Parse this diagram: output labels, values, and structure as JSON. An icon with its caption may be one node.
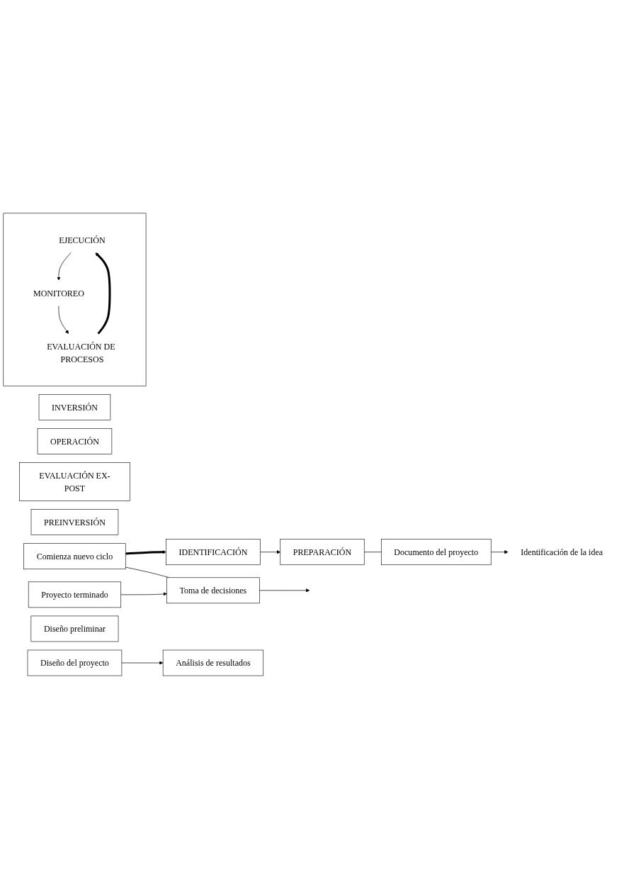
{
  "diagram": {
    "nodes": [
      {
        "text": [
          "INVERSIÓN"
        ]
      },
      {
        "text": [],
        "shape": "box"
      },
      {
        "text": [
          "EJECUCIÓN"
        ],
        "in": 1
      },
      {
        "text": [
          "MONITOREO"
        ],
        "in": 1
      },
      {
        "text": [
          "EVALUACIÓN DE PROCESOS"
        ],
        "in": 1
      },
      {
        "text": [
          "OPERACIÓN"
        ]
      },
      {
        "text": [
          "EVALUACIÓN EX-POST"
        ]
      },
      {
        "text": [
          "PREINVERSIÓN"
        ]
      },
      {
        "text": [
          "IDENTIFICACIÓN"
        ]
      },
      {
        "text": [
          "Comienza nuevo ciclo"
        ]
      },
      {
        "text": [
          "PREPARACIÓN"
        ]
      },
      {
        "text": [
          "Diseño preliminar"
        ]
      },
      {
        "text": [
          "Diseño del proyecto"
        ]
      },
      {
        "text": [
          "Análisis de resultados"
        ]
      },
      {
        "text": [
          "Documento del proyecto"
        ]
      },
      {
        "text": [
          "Identificación de la idea"
        ]
      },
      {
        "text": [
          "Proyecto terminado"
        ]
      },
      {
        "text": [
          "Toma de decisiones"
        ]
      }
    ],
    "edges": [
      {
        "from": 2,
        "to": 3,
        "arrow": "to"
      },
      {
        "from": 3,
        "to": 4,
        "arrow": "to"
      },
      {
        "from": 4,
        "to": 2,
        "arrow": "to",
        "style": "thick"
      },
      {
        "from": 9,
        "to": 8,
        "arrow": "to",
        "style": "thick"
      },
      {
        "from": 8,
        "to": 10,
        "arrow": "to"
      },
      {
        "from": 10,
        "to": 14,
        "arrow": "none"
      },
      {
        "from": 12,
        "to": 13,
        "arrow": "to"
      },
      {
        "from": 14,
        "to": 15,
        "arrow": "to"
      },
      {
        "from": 9,
        "to": 17,
        "arrow": "none"
      },
      {
        "from": 16,
        "to": 17,
        "arrow": "to"
      },
      {
        "from": 17,
        "to": null,
        "arrow": "to"
      }
    ]
  }
}
